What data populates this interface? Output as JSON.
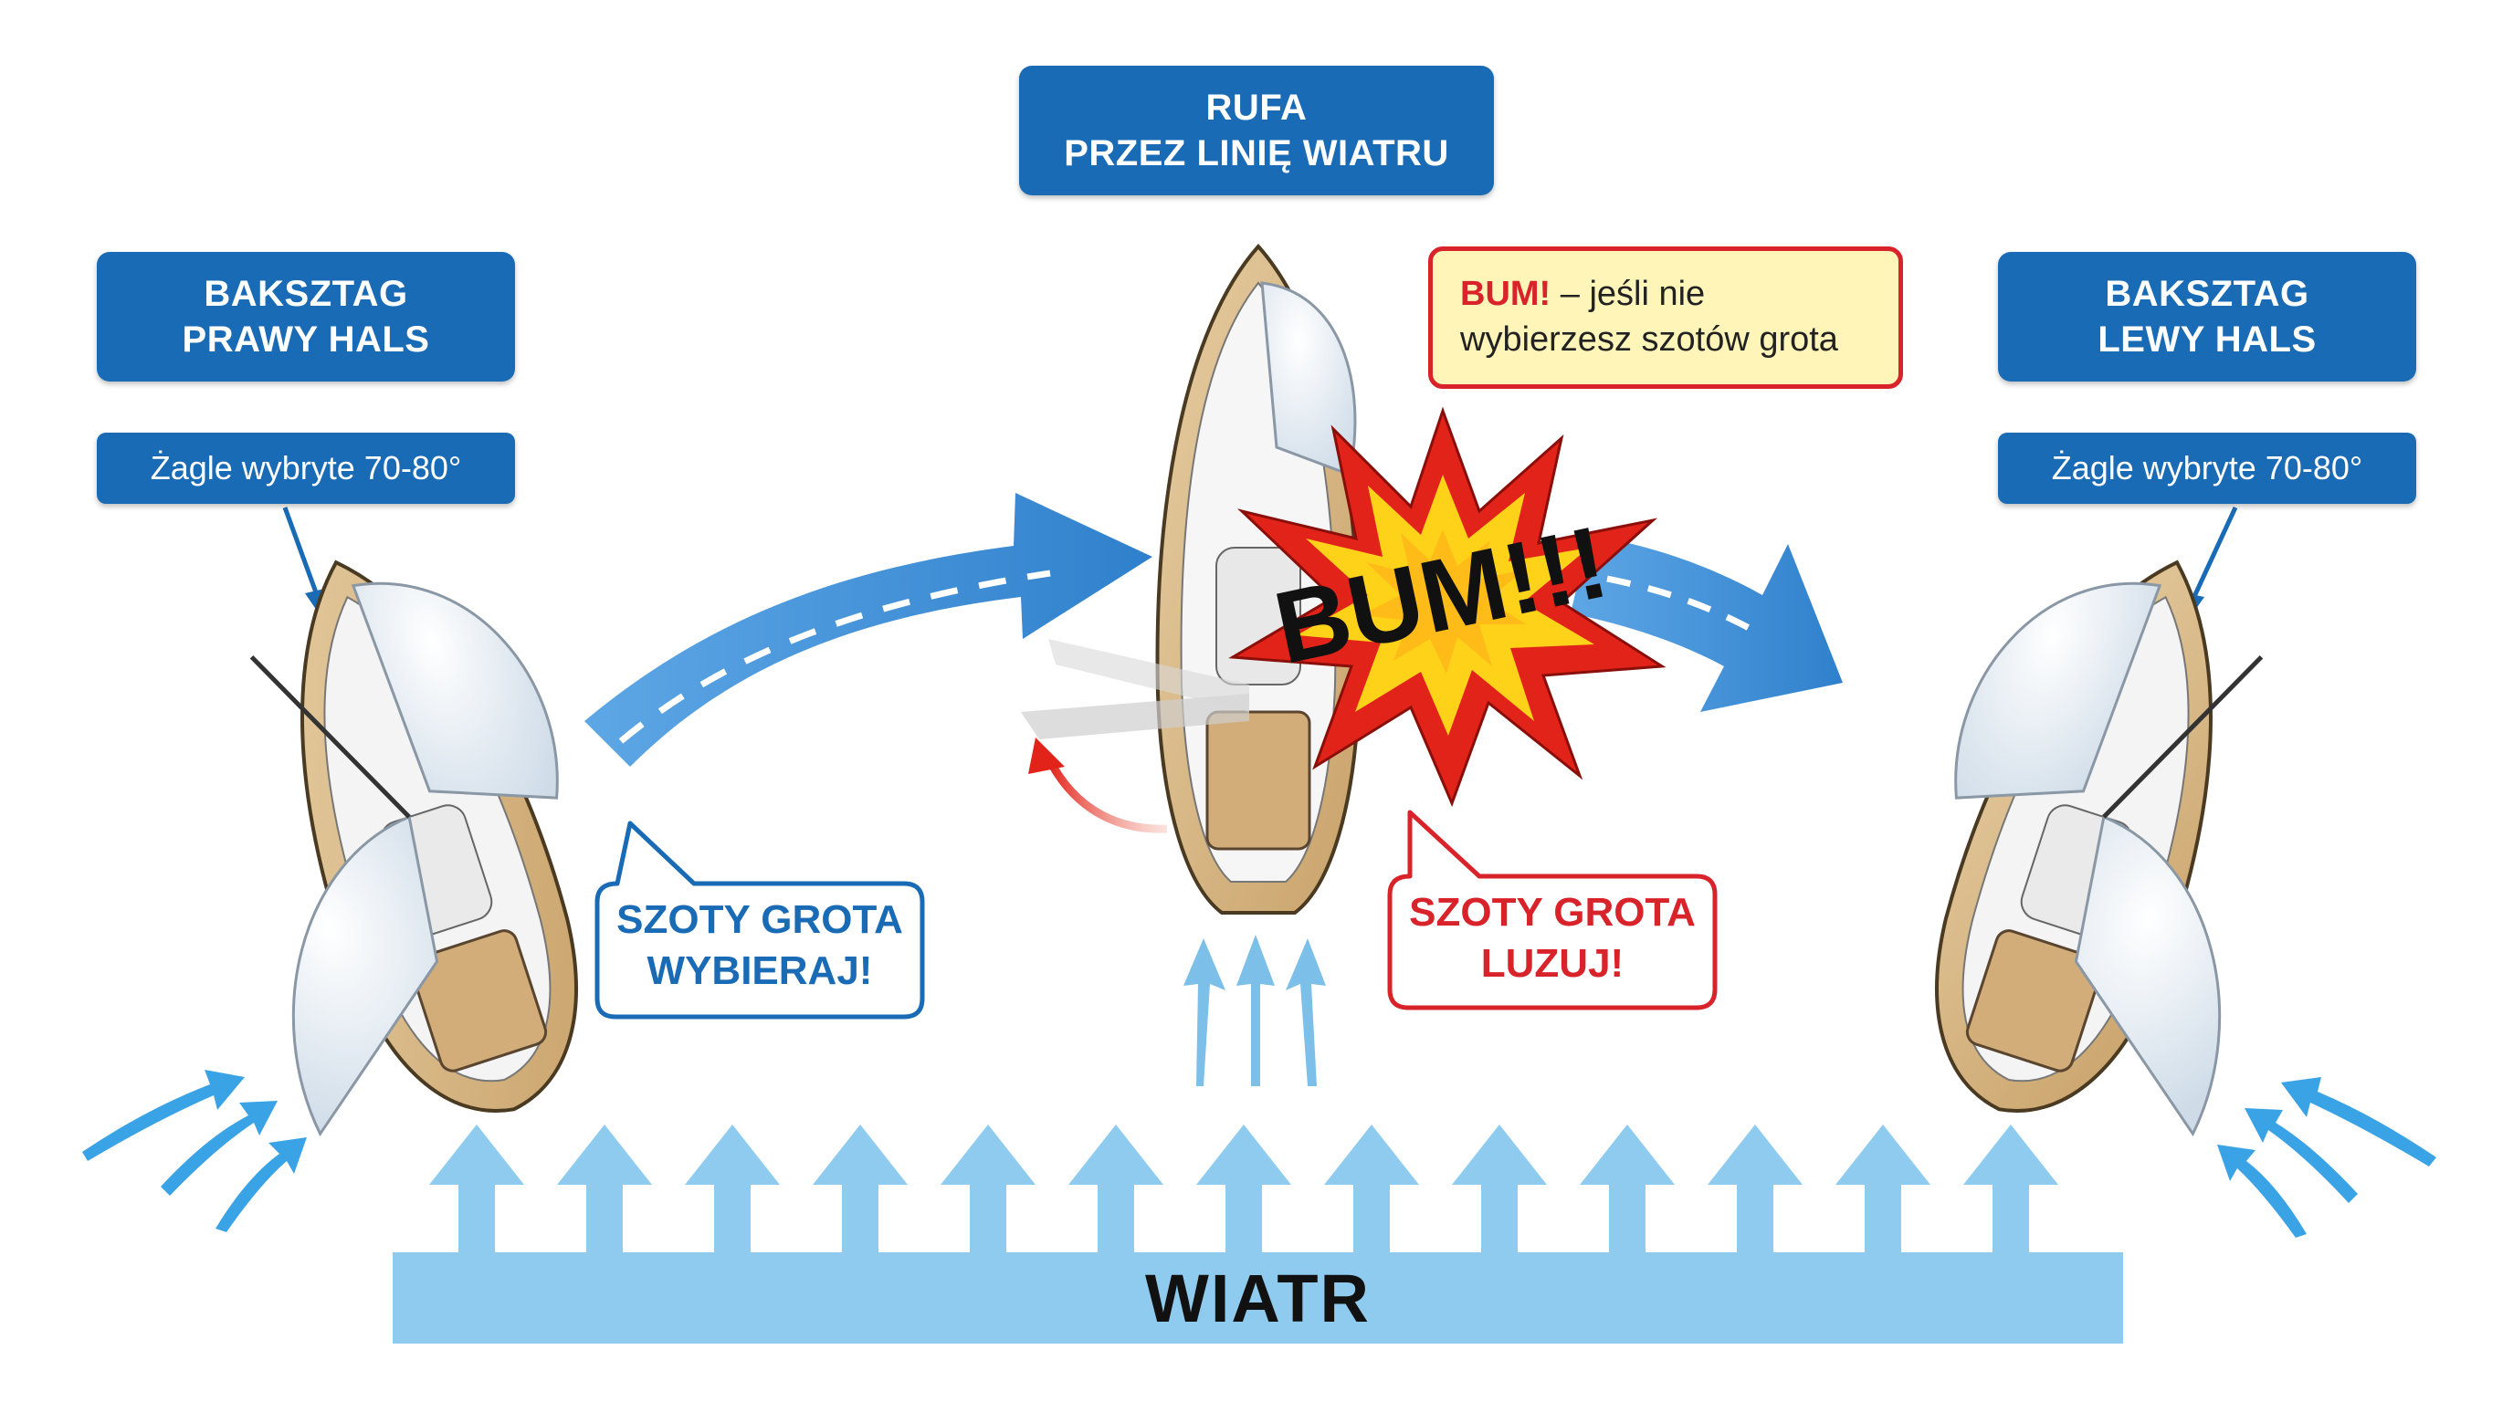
{
  "labels": {
    "left_title": [
      "BAKSZTAG",
      "PRAWY HALS"
    ],
    "center_title": [
      "RUFA",
      "PRZEZ LINIĘ WIATRU"
    ],
    "right_title": [
      "BAKSZTAG",
      "LEWY HALS"
    ],
    "left_sails": "Żagle wybryte 70-80°",
    "right_sails": "Żagle wybryte 70-80°",
    "warning_bold": "BUM!",
    "warning_rest_1": " – jeśli nie",
    "warning_rest_2": "wybierzesz szotów grota",
    "explosion": "BUM!!!",
    "bubble_blue": [
      "SZOTY GROTA",
      "WYBIERAJ!"
    ],
    "bubble_red": [
      "SZOTY GROTA",
      "LUZUJ!"
    ],
    "wind": "WIATR"
  },
  "colors": {
    "label_blue": "#1a6bb5",
    "arrow_blue": "#3a8fd8",
    "wind_light": "#8fcbee",
    "warn_red": "#d9232a",
    "warn_fill": "#fff5b8",
    "hull": "#d8b98a",
    "sail": "#eef2f6",
    "explosion_outer": "#e2231a",
    "explosion_inner": "#ffd21a"
  },
  "icons": {
    "boat": "sailboat-topview",
    "explosion": "starburst",
    "wind_arrow": "up-arrow"
  }
}
